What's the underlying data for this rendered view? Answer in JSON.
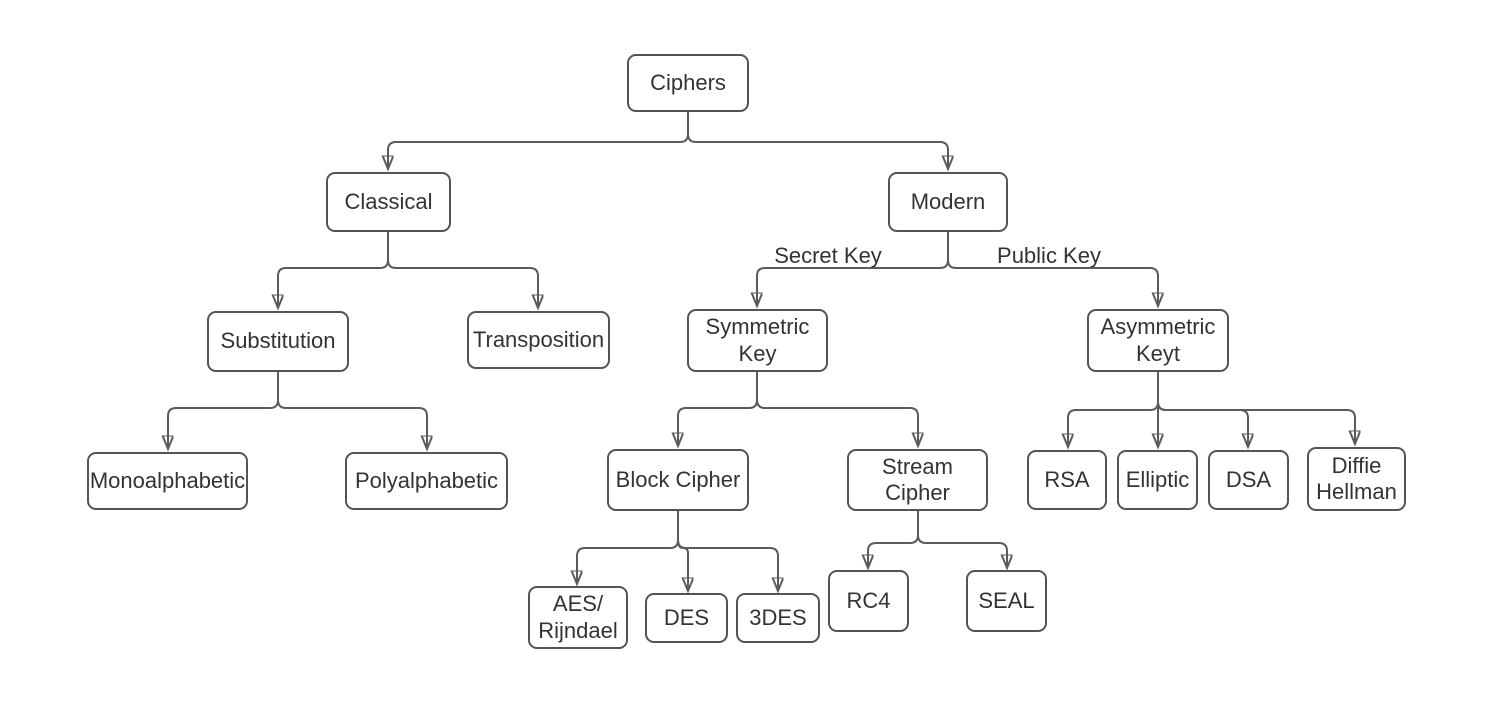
{
  "nodes": {
    "ciphers": "Ciphers",
    "classical": "Classical",
    "modern": "Modern",
    "substitution": "Substitution",
    "transposition": "Transposition",
    "monoalphabetic": "Monoalphabetic",
    "polyalphabetic": "Polyalphabetic",
    "symmetric_key": "Symmetric\nKey",
    "asymmetric_key": "Asymmetric\nKeyt",
    "block_cipher": "Block Cipher",
    "stream_cipher": "Stream\nCipher",
    "aes_rijndael": "AES/\nRijndael",
    "des": "DES",
    "triple_des": "3DES",
    "rc4": "RC4",
    "seal": "SEAL",
    "rsa": "RSA",
    "elliptic": "Elliptic",
    "dsa": "DSA",
    "diffie_hellman": "Diffie\nHellman"
  },
  "edge_labels": {
    "secret_key": "Secret Key",
    "public_key": "Public Key"
  },
  "edges": [
    {
      "from": "Ciphers",
      "to": "Classical"
    },
    {
      "from": "Ciphers",
      "to": "Modern"
    },
    {
      "from": "Classical",
      "to": "Substitution"
    },
    {
      "from": "Classical",
      "to": "Transposition"
    },
    {
      "from": "Substitution",
      "to": "Monoalphabetic"
    },
    {
      "from": "Substitution",
      "to": "Polyalphabetic"
    },
    {
      "from": "Modern",
      "to": "Symmetric Key",
      "label": "Secret Key"
    },
    {
      "from": "Modern",
      "to": "Asymmetric Keyt",
      "label": "Public Key"
    },
    {
      "from": "Symmetric Key",
      "to": "Block Cipher"
    },
    {
      "from": "Symmetric Key",
      "to": "Stream Cipher"
    },
    {
      "from": "Block Cipher",
      "to": "AES/Rijndael"
    },
    {
      "from": "Block Cipher",
      "to": "DES"
    },
    {
      "from": "Block Cipher",
      "to": "3DES"
    },
    {
      "from": "Stream Cipher",
      "to": "RC4"
    },
    {
      "from": "Stream Cipher",
      "to": "SEAL"
    },
    {
      "from": "Asymmetric Keyt",
      "to": "RSA"
    },
    {
      "from": "Asymmetric Keyt",
      "to": "Elliptic"
    },
    {
      "from": "Asymmetric Keyt",
      "to": "DSA"
    },
    {
      "from": "Asymmetric Keyt",
      "to": "Diffie Hellman"
    }
  ],
  "colors": {
    "background": "#ffffff",
    "node_fill": "#ffffff",
    "node_border": "#545454",
    "connector": "#5b5b5b",
    "text": "#333333"
  }
}
